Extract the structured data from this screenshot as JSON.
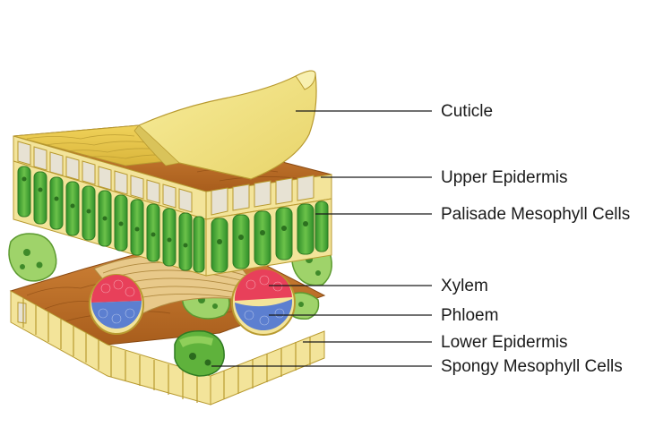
{
  "diagram": {
    "labels": [
      {
        "id": "cuticle",
        "text": "Cuticle"
      },
      {
        "id": "upper-epidermis",
        "text": "Upper Epidermis"
      },
      {
        "id": "palisade",
        "text": "Palisade Mesophyll Cells"
      },
      {
        "id": "xylem",
        "text": "Xylem"
      },
      {
        "id": "phloem",
        "text": "Phloem"
      },
      {
        "id": "lower-epidermis",
        "text": "Lower Epidermis"
      },
      {
        "id": "spongy",
        "text": "Spongy Mesophyll Cells"
      }
    ]
  },
  "colors": {
    "cuticle": "#f2e27a",
    "epidermis_top": "#c9792b",
    "cell_wall": "#f3e49a",
    "palisade_green": "#3fa535",
    "xylem": "#e8405a",
    "phloem": "#5c7fd0",
    "leader_line": "#1a1a1a"
  }
}
